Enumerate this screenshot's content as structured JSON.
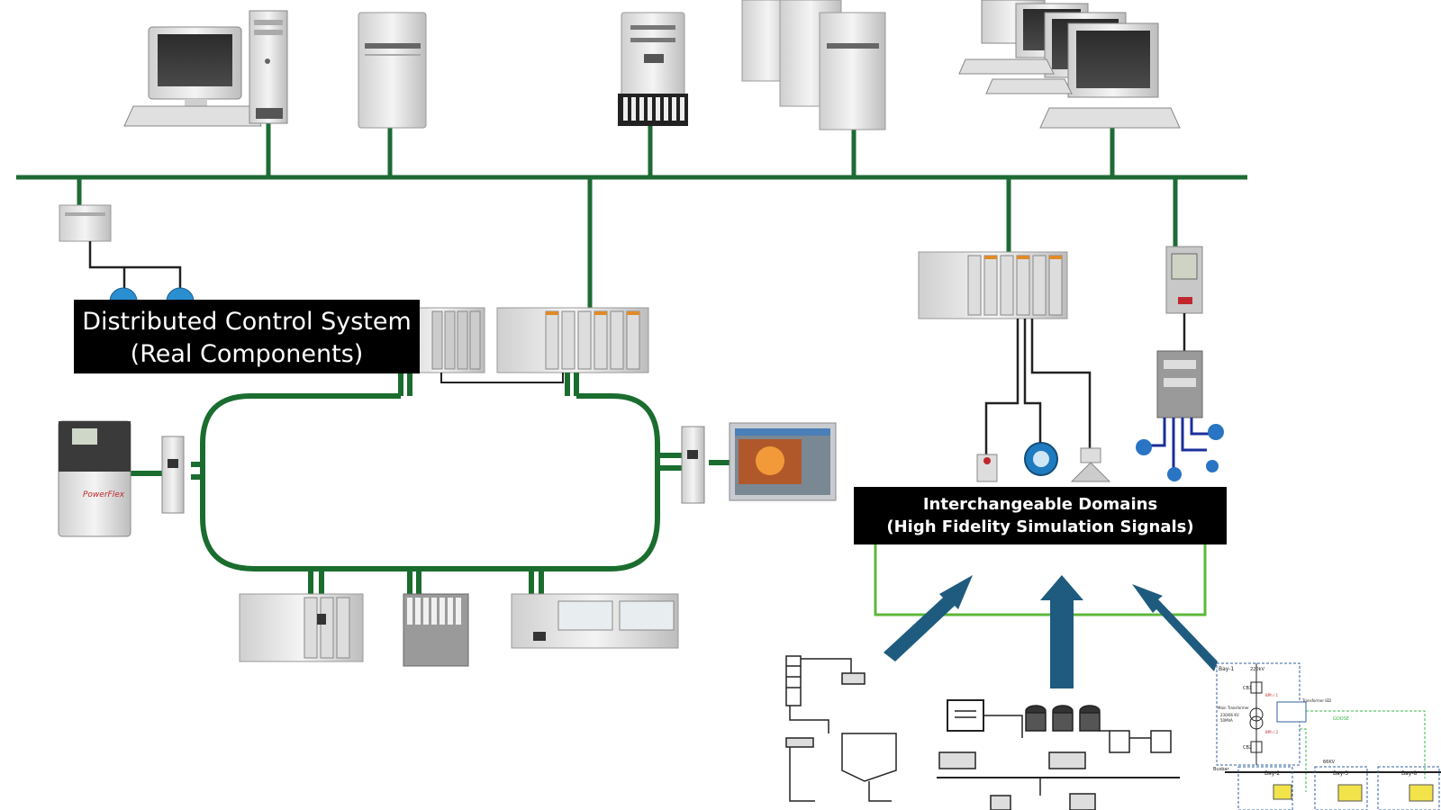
{
  "labels": {
    "dcs": {
      "line1": "Distributed Control System",
      "line2": "(Real Components)"
    },
    "domains": {
      "line1": "Interchangeable Domains",
      "line2": "(High Fidelity Simulation Signals)"
    }
  },
  "schematic": {
    "bay1": "Bay-1",
    "bay2": "Bay-2",
    "bay3": "Bay-3",
    "bay8": "Bay-8",
    "kv1": "220kV",
    "kv2": "66KV",
    "busbar": "Busbar",
    "main_transformer": "Main Transformer",
    "rating": "230/66 KV",
    "mva": "50MVA",
    "transformer_ied": "Transformer IED",
    "goose": "GOOSE",
    "cb1": "CB1",
    "cb2": "CB2",
    "bph1": "BPh / 1",
    "bph2": "BPh / 2"
  },
  "colors": {
    "network_green": "#1e6b35",
    "loop_green": "#1a6d2f",
    "light_green": "#5cb83a",
    "arrow_blue": "#1f5b7e",
    "label_black": "#000000"
  },
  "icons": [
    "workstation-icon",
    "server-tower-icon",
    "server-rack-icon",
    "server-cluster-icon",
    "workstation-cluster-icon",
    "plc-small-icon",
    "transmitter-icon",
    "controller-rack-icon",
    "drive-icon",
    "ethernet-module-icon",
    "hmi-panel-icon",
    "io-module-icon",
    "pressure-transmitter-icon",
    "valve-icon",
    "flow-meter-icon",
    "arrow-up-icon",
    "process-schematic-icon",
    "substation-schematic-icon"
  ]
}
